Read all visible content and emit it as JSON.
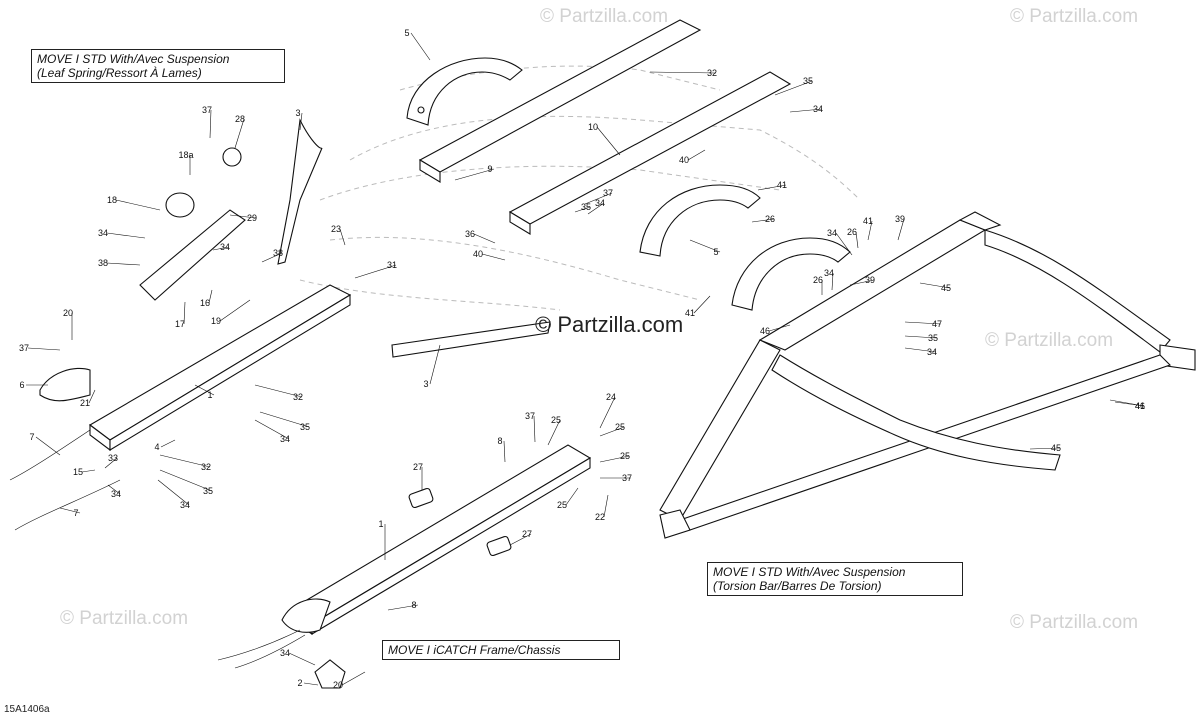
{
  "captions": {
    "leaf_spring": [
      "MOVE I STD With/Avec Suspension",
      "(Leaf Spring/Ressort À Lames)"
    ],
    "torsion_bar": [
      "MOVE I STD With/Avec Suspension",
      "(Torsion Bar/Barres De Torsion)"
    ],
    "icatch": "MOVE I iCATCH Frame/Chassis"
  },
  "watermark": "© Partzilla.com",
  "diagram_code": "15A1406a",
  "callouts": {
    "c1": "5",
    "c2": "32",
    "c3": "35",
    "c4": "34",
    "c5": "10",
    "c6": "40",
    "c7": "9",
    "c8": "37",
    "c9": "35",
    "c10": "34",
    "c11": "36",
    "c12": "40",
    "c13": "41",
    "c14": "26",
    "c15": "5",
    "c16": "41",
    "c17": "34",
    "c18": "26",
    "c19": "41",
    "c20": "39",
    "c21": "26",
    "c22": "34",
    "c23": "39",
    "c24": "45",
    "c25": "46",
    "c26": "47",
    "c27": "35",
    "c28": "34",
    "c29": "41",
    "c30": "37",
    "c31": "28",
    "c32": "18a",
    "c33": "3",
    "c34": "18",
    "c35": "29",
    "c36": "34",
    "c37": "34",
    "c38": "23",
    "c39": "38",
    "c40": "38",
    "c41": "31",
    "c42": "16",
    "c43": "19",
    "c44": "17",
    "c45": "20",
    "c46": "37",
    "c47": "6",
    "c48": "21",
    "c49": "1",
    "c50": "32",
    "c51": "35",
    "c52": "34",
    "c53": "4",
    "c54": "7",
    "c55": "33",
    "c56": "15",
    "c57": "34",
    "c58": "32",
    "c59": "35",
    "c60": "34",
    "c61": "7",
    "c62": "3",
    "c63": "37",
    "c64": "25",
    "c65": "24",
    "c66": "25",
    "c67": "8",
    "c68": "25",
    "c69": "37",
    "c70": "22",
    "c71": "25",
    "c72": "27",
    "c73": "1",
    "c74": "27",
    "c75": "8",
    "c76": "34",
    "c77": "2",
    "c78": "20",
    "c79": "46",
    "c80": "45"
  }
}
